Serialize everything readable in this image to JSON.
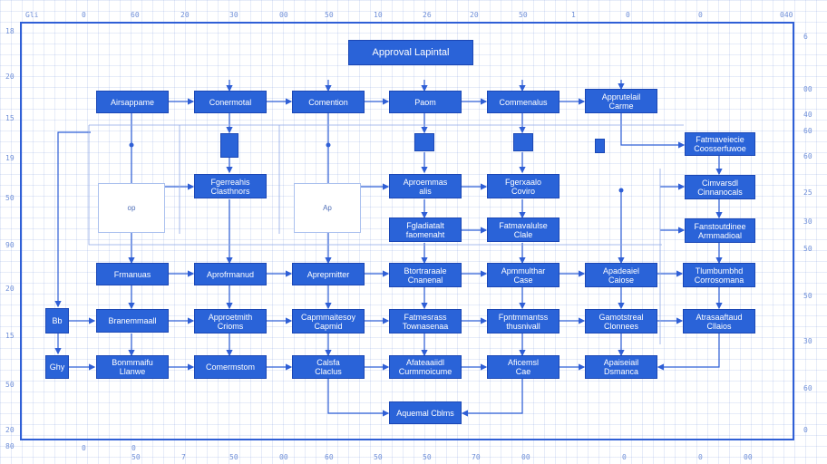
{
  "title": "Approval Lapintal",
  "nodes": {
    "n1": "Airsappame",
    "n2": "Conermotal",
    "n3": "Comention",
    "n4": "Paom",
    "n5": "Commenalus",
    "n6": "Apprutelail\nCarme",
    "n7": "Fatmaveiecie\nCoosserfuwoe",
    "n8": "Fgerreahis\nClasthnors",
    "n9": "Aproemmas\nalis",
    "n10": "Fgerxaalo\nCoviro",
    "n11": "Cimvarsdl\nCinnanocals",
    "n12": "Fgladiatalt\nfaomenaht",
    "n13": "Fatmavalulse\nClale",
    "n14": "Fanstoutdinee\nArmmadioal",
    "n15": "Frmanuas",
    "n16": "Aprofrmanud",
    "n17": "Aprepmitter",
    "n18": "Btortraraale\nCnanenal",
    "n19": "Apmmulthar\nCase",
    "n20": "Apadeaiel\nCaiose",
    "n21": "Tlumbumbhd\nCorrosomana",
    "n22": "Bb",
    "n23": "Branemmaall",
    "n24": "Approetmith\nCrioms",
    "n25": "Capmmaitesoy\nCapmid",
    "n26": "Fatmesrass\nTownasenaa",
    "n27": "Fpntmmantss\nthusnivall",
    "n28": "Gamotstreal\nClonnees",
    "n29": "Atrasaaftaud\nCllaios",
    "n30": "Ghy",
    "n31": "Bonmmaifu\nLlanwe",
    "n32": "Comermstom",
    "n33": "Calsfa\nClaclus",
    "n34": "Afateaaiidl\nCurmmoicume",
    "n35": "Aficemsl\nCae",
    "n36": "Apaiseiail\nDsmanca",
    "n37": "Aquemal Cblms"
  },
  "ghosts": {
    "g1": "op",
    "g2": "Ap"
  },
  "ticks": {
    "top": [
      "Gli",
      "0",
      "60",
      "20",
      "30",
      "00",
      "50",
      "10",
      "26",
      "20",
      "50",
      "1",
      "0",
      "0",
      "040"
    ],
    "left": [
      "18",
      "20",
      "15",
      "19",
      "50",
      "90",
      "20",
      "15",
      "50",
      "20",
      "80"
    ],
    "right": [
      "6",
      "00",
      "40",
      "60",
      "60",
      "25",
      "30",
      "50",
      "50",
      "30",
      "60",
      "0"
    ],
    "bottom": [
      "0",
      "0",
      "50",
      "7",
      "50",
      "00",
      "60",
      "50",
      "50",
      "70",
      "00",
      "0",
      "0",
      "00"
    ]
  },
  "colors": {
    "node": "#2a63d8",
    "wire": "#2f5fd6",
    "frame": "#2f5fd6",
    "ghost_border": "#aac0ee"
  }
}
